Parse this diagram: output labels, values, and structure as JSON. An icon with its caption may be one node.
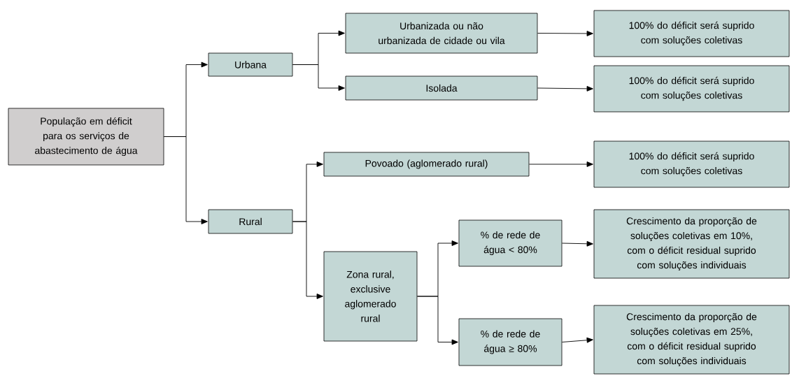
{
  "diagram": {
    "nodes": [
      {
        "text": [
          "População em déficit para os serviços de abastecimento de água"
        ]
      },
      {
        "text": [
          "Urbana"
        ]
      },
      {
        "text": [
          "Rural"
        ]
      },
      {
        "text": [
          "Urbanizada ou não urbanizada de cidade ou vila"
        ]
      },
      {
        "text": [
          "Isolada"
        ]
      },
      {
        "text": [
          "Povoado (aglomerado rural)"
        ]
      },
      {
        "text": [
          "Zona rural, exclusive aglomerado rural"
        ]
      },
      {
        "text": [
          "% de rede de água < 80%"
        ]
      },
      {
        "text": [
          "% de rede de água ≥ 80%"
        ]
      },
      {
        "text": [
          "100% do déficit será suprido com soluções coletivas"
        ]
      },
      {
        "text": [
          "100% do déficit será suprido com soluções coletivas"
        ]
      },
      {
        "text": [
          "100% do déficit será suprido com soluções coletivas"
        ]
      },
      {
        "text": [
          "Crescimento da proporção de soluções coletivas em 10%, com o déficit residual suprido com soluções individuais"
        ]
      },
      {
        "text": [
          "Crescimento da proporção de soluções coletivas em 25%, com o déficit residual suprido com soluções individuais"
        ]
      }
    ],
    "edges": [
      {
        "from": 0,
        "to": 1,
        "arrow": "to"
      },
      {
        "from": 0,
        "to": 2,
        "arrow": "to"
      },
      {
        "from": 1,
        "to": 3,
        "arrow": "to"
      },
      {
        "from": 1,
        "to": 4,
        "arrow": "to"
      },
      {
        "from": 2,
        "to": 5,
        "arrow": "to"
      },
      {
        "from": 2,
        "to": 6,
        "arrow": "to"
      },
      {
        "from": 6,
        "to": 7,
        "arrow": "to"
      },
      {
        "from": 6,
        "to": 8,
        "arrow": "to"
      },
      {
        "from": 3,
        "to": 9,
        "arrow": "to"
      },
      {
        "from": 4,
        "to": 10,
        "arrow": "to"
      },
      {
        "from": 5,
        "to": 11,
        "arrow": "to"
      },
      {
        "from": 7,
        "to": 12,
        "arrow": "to"
      },
      {
        "from": 8,
        "to": 13,
        "arrow": "to"
      }
    ]
  }
}
